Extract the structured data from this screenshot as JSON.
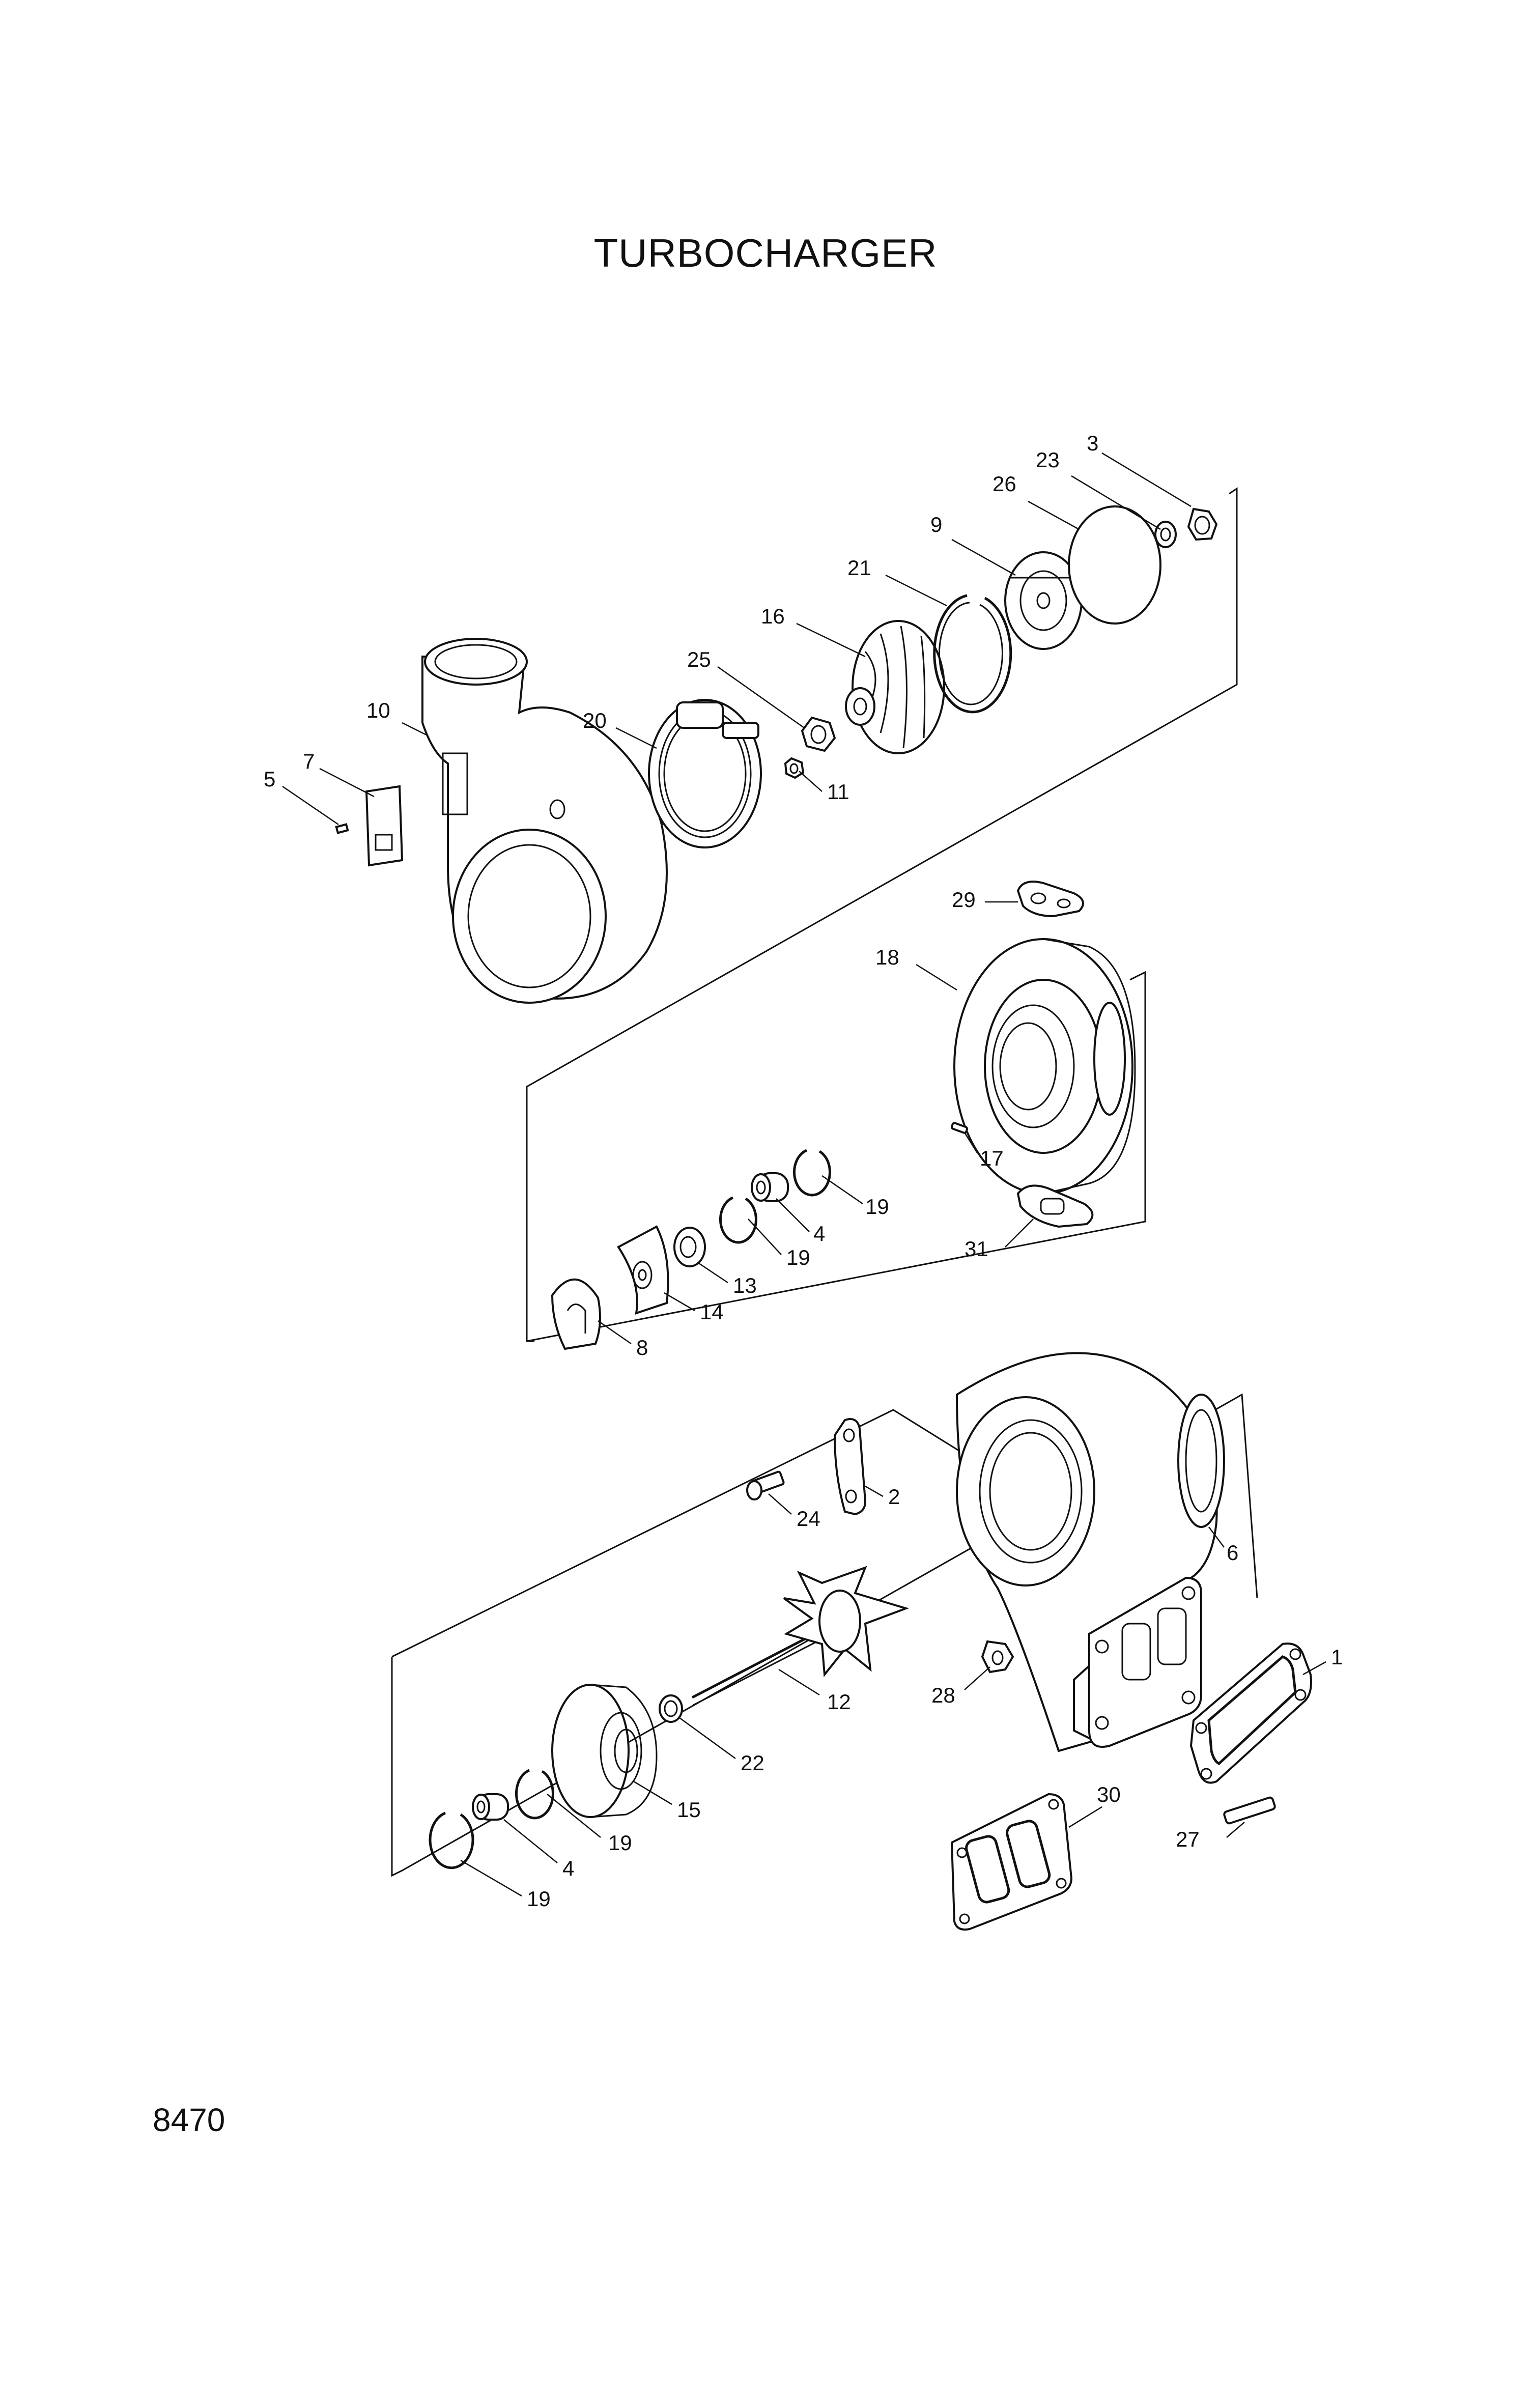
{
  "title": "TURBOCHARGER",
  "page_number": "8470",
  "callouts": [
    {
      "id": "c1",
      "text": "1"
    },
    {
      "id": "c2",
      "text": "2"
    },
    {
      "id": "c3",
      "text": "3"
    },
    {
      "id": "c4a",
      "text": "4"
    },
    {
      "id": "c4b",
      "text": "4"
    },
    {
      "id": "c5",
      "text": "5"
    },
    {
      "id": "c6",
      "text": "6"
    },
    {
      "id": "c7",
      "text": "7"
    },
    {
      "id": "c8",
      "text": "8"
    },
    {
      "id": "c9",
      "text": "9"
    },
    {
      "id": "c10",
      "text": "10"
    },
    {
      "id": "c11",
      "text": "11"
    },
    {
      "id": "c12",
      "text": "12"
    },
    {
      "id": "c13",
      "text": "13"
    },
    {
      "id": "c14",
      "text": "14"
    },
    {
      "id": "c15",
      "text": "15"
    },
    {
      "id": "c16",
      "text": "16"
    },
    {
      "id": "c17",
      "text": "17"
    },
    {
      "id": "c18",
      "text": "18"
    },
    {
      "id": "c19a",
      "text": "19"
    },
    {
      "id": "c19b",
      "text": "19"
    },
    {
      "id": "c19c",
      "text": "19"
    },
    {
      "id": "c19d",
      "text": "19"
    },
    {
      "id": "c20",
      "text": "20"
    },
    {
      "id": "c21",
      "text": "21"
    },
    {
      "id": "c22",
      "text": "22"
    },
    {
      "id": "c23",
      "text": "23"
    },
    {
      "id": "c24",
      "text": "24"
    },
    {
      "id": "c25",
      "text": "25"
    },
    {
      "id": "c26",
      "text": "26"
    },
    {
      "id": "c27",
      "text": "27"
    },
    {
      "id": "c28",
      "text": "28"
    },
    {
      "id": "c29",
      "text": "29"
    },
    {
      "id": "c30",
      "text": "30"
    },
    {
      "id": "c31",
      "text": "31"
    }
  ]
}
